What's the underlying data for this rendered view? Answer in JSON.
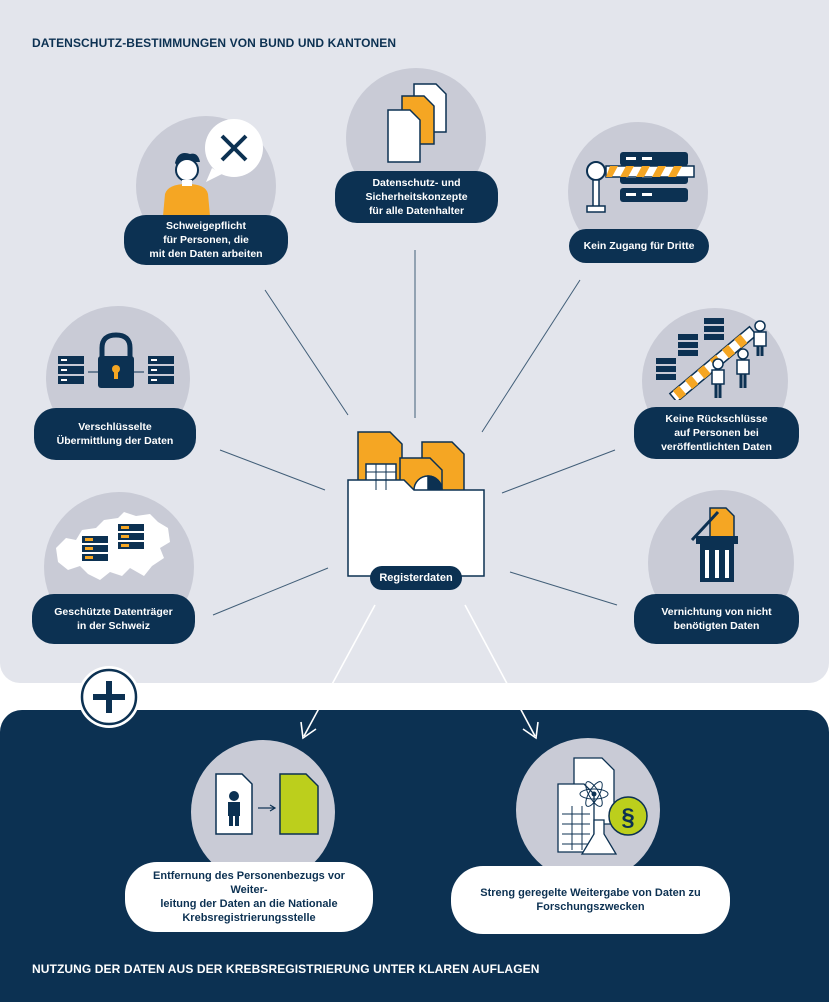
{
  "headings": {
    "top": "DATENSCHUTZ-BESTIMMUNGEN VON BUND UND KANTONEN",
    "bottom": "NUTZUNG DER DATEN AUS DER KREBSREGISTRIERUNG UNTER KLAREN AUFLAGEN"
  },
  "center": {
    "label": "Registerdaten"
  },
  "measures": {
    "schweigepflicht": "Schweigepflicht\nfür Personen, die\nmit den Daten arbeiten",
    "konzepte": "Datenschutz- und\nSicherheitskonzepte\nfür alle Datenhalter",
    "zugang": "Kein Zugang für Dritte",
    "verschluesselt": "Verschlüsselte\nÜbermittlung der Daten",
    "rueckschluesse": "Keine Rückschlüsse\nauf Personen bei\nveröffentlichten Daten",
    "datentraeger": "Geschützte Datenträger\nin der Schweiz",
    "vernichtung": "Vernichtung von nicht\nbenötigten Daten"
  },
  "usage": {
    "entfernung": "Entfernung des Personenbezugs vor Weiter-\nleitung der Daten an die Nationale\nKrebsregistrierungsstelle",
    "weitergabe": "Streng geregelte Weitergabe von Daten  zu\nForschungszwecken"
  },
  "icons": {
    "forbidden": "x-icon",
    "law": "§"
  },
  "colors": {
    "navy": "#0c3152",
    "orange": "#f5a623",
    "light_panel": "#e3e5ec",
    "circle": "#c9cbd6",
    "lime": "#bccf1c"
  }
}
